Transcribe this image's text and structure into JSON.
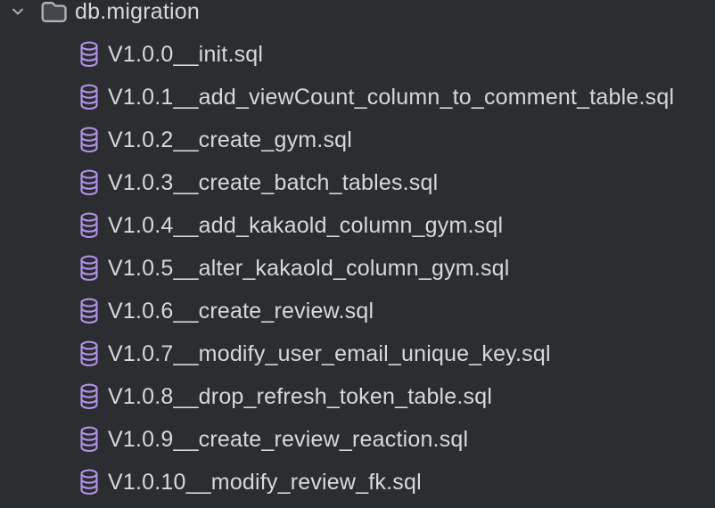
{
  "colors": {
    "background": "#2b2d30",
    "text": "#d6d8dc",
    "database_icon_purple": "#b292ec",
    "chevron_gray": "#a8abb1",
    "folder_stroke": "#afb3b9",
    "folder_fill": "#43454a"
  },
  "tree": {
    "folder": {
      "label": "db.migration",
      "state": "expanded"
    },
    "files": [
      "V1.0.0__init.sql",
      "V1.0.1__add_viewCount_column_to_comment_table.sql",
      "V1.0.2__create_gym.sql",
      "V1.0.3__create_batch_tables.sql",
      "V1.0.4__add_kakaold_column_gym.sql",
      "V1.0.5__alter_kakaold_column_gym.sql",
      "V1.0.6__create_review.sql",
      "V1.0.7__modify_user_email_unique_key.sql",
      "V1.0.8__drop_refresh_token_table.sql",
      "V1.0.9__create_review_reaction.sql",
      "V1.0.10__modify_review_fk.sql"
    ]
  }
}
